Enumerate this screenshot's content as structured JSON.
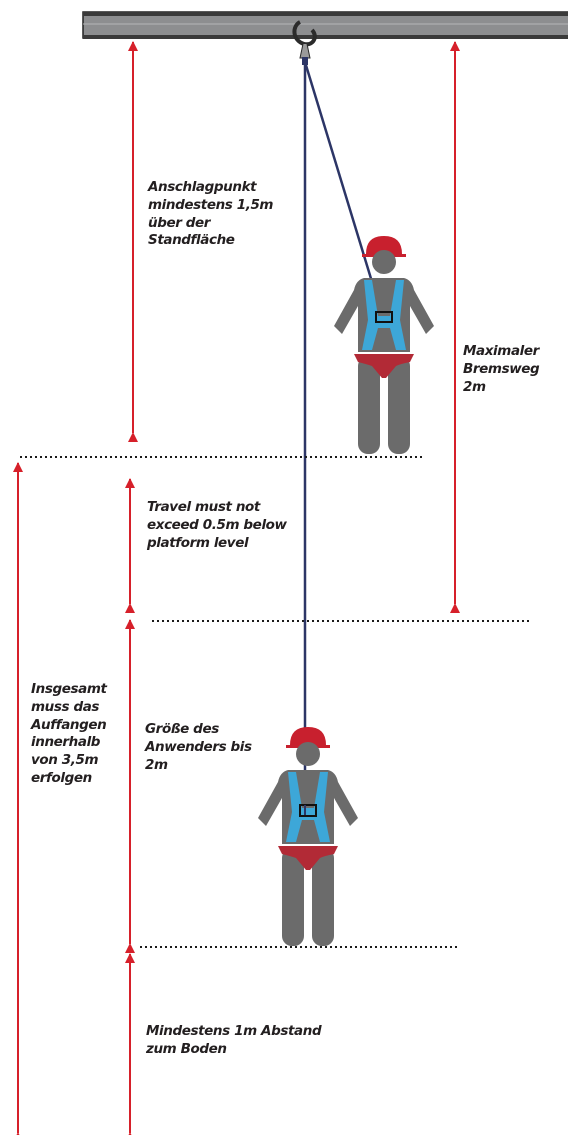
{
  "labels": {
    "anchor_point": [
      "Anschlagpunkt",
      "mindestens 1,5m",
      "über der",
      "Standfläche"
    ],
    "max_braking": [
      "Maximaler",
      "Bremsweg",
      "2m"
    ],
    "travel": [
      "Travel must not",
      "exceed 0.5m below",
      "platform level"
    ],
    "total": [
      "Insgesamt",
      "muss das",
      "Auffangen",
      "innerhalb",
      "von 3,5m",
      "erfolgen"
    ],
    "user_height": [
      "Größe des",
      "Anwenders bis",
      "2m"
    ],
    "ground_clearance": [
      "Mindestens 1m Abstand",
      "zum Boden"
    ]
  },
  "colors": {
    "arrow": "#d6202a",
    "beam": "#8d8e90",
    "beam_dark": "#3a3a3a",
    "figure": "#6b6b6b",
    "helmet": "#c8202e",
    "harness": "#3da7d8",
    "seat_strap": "#b22a36",
    "rope": "#2c3566",
    "dotted": "#1a1a1a",
    "text": "#231f20"
  }
}
